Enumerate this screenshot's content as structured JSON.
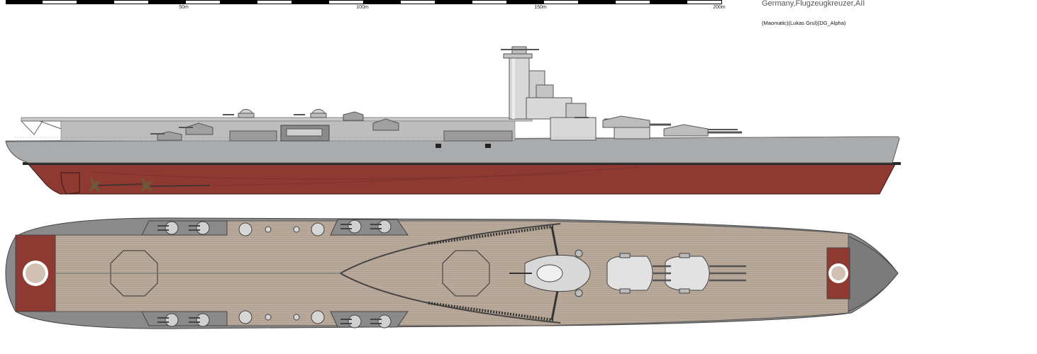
{
  "title": "Germany,Flugzeugkreuzer,AII",
  "credits": "(Maomatic)(Lukas Grul)(DG_Alpha)",
  "scale": {
    "labels": [
      "50m",
      "100m",
      "150m",
      "200m"
    ],
    "segments": 20,
    "colors": {
      "dark": "#000000",
      "light": "#ffffff"
    }
  },
  "colors": {
    "hull_upper": "#a9abad",
    "hull_lower": "#8e3a32",
    "boot_topping": "#2a2a2a",
    "deck_wood": "#b9a99a",
    "deck_edge_red": "#8e3a32",
    "superstructure": "#d5d5d5",
    "turret_grey": "#bdbdbd",
    "dark_grey": "#7a7a7a"
  },
  "icons": [
    "propeller-icon",
    "rudder-icon",
    "roundel-icon",
    "turret-icon",
    "aa-gun-icon"
  ]
}
